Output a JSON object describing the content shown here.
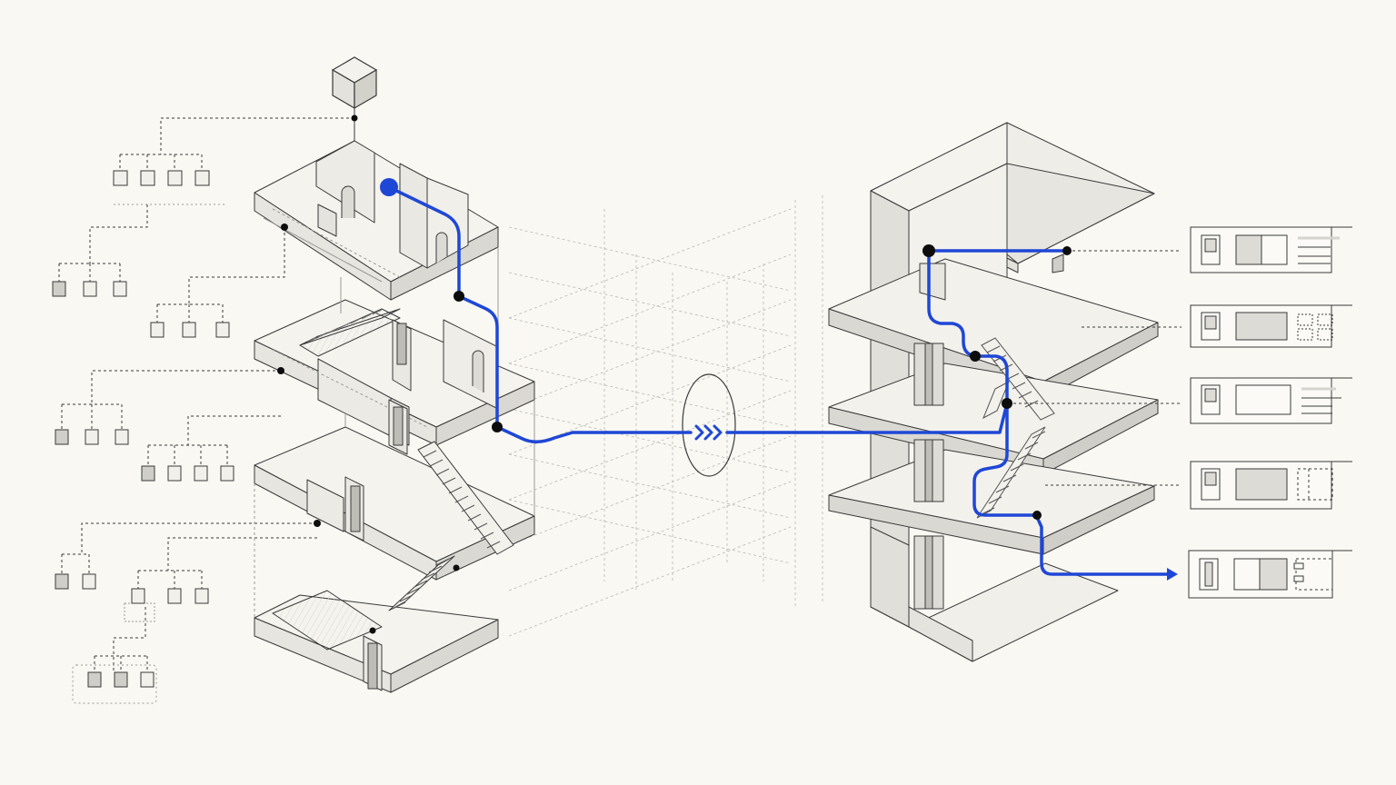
{
  "diagram": {
    "colors": {
      "background": "#f9f8f3",
      "line": "#3a3a3a",
      "faint": "#9a9a9a",
      "wall": "#ecebe6",
      "wall_dark": "#d9d8d2",
      "accent": "#1f47d6",
      "node": "#0d0d0d"
    },
    "icons": [
      "cube-icon",
      "double-chevron-arrow-icon",
      "arrow-right-icon"
    ],
    "left_tree": {
      "levels": 4,
      "leaf_box_count": 22
    },
    "panels": [
      {
        "name": "panel-1",
        "variant": "blocks-lines"
      },
      {
        "name": "panel-2",
        "variant": "blocks-dashed-grid"
      },
      {
        "name": "panel-3",
        "variant": "blocks-lines"
      },
      {
        "name": "panel-4",
        "variant": "blocks-dashed-column"
      },
      {
        "name": "panel-5",
        "variant": "blocks-dashed-grid"
      }
    ],
    "path_nodes": 10
  }
}
